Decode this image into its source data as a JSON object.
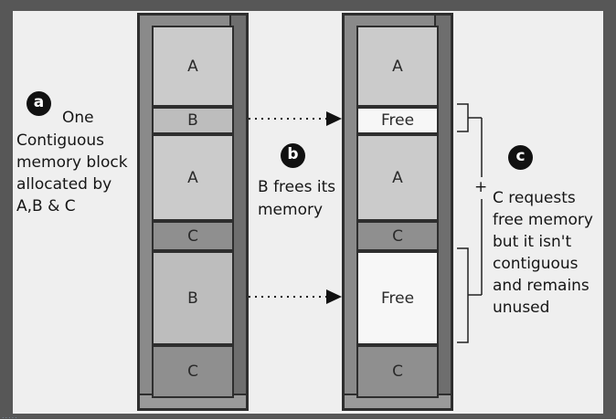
{
  "label_a": {
    "badge": "a",
    "lines": [
      "One",
      "Contiguous",
      "memory block",
      "allocated by",
      "A,B & C"
    ]
  },
  "label_b": {
    "badge": "b",
    "lines": [
      "B frees its",
      "memory"
    ]
  },
  "label_c": {
    "badge": "c",
    "plus": "+",
    "lines": [
      "C  requests",
      "free memory",
      "but it isn't",
      "contiguous",
      "and remains",
      "unused"
    ]
  },
  "before_column": {
    "blocks": [
      "A",
      "B",
      "A",
      "C",
      "B",
      "C"
    ]
  },
  "after_column": {
    "blocks": [
      "A",
      "Free",
      "A",
      "C",
      "Free",
      "C"
    ]
  },
  "colors": {
    "frame": "#575757",
    "background": "#efefef",
    "block_a": "#cbcbcb",
    "block_b": "#bdbdbd",
    "block_c": "#8f8f8f",
    "free": "#f7f7f7"
  },
  "taskbar_dots": "....."
}
